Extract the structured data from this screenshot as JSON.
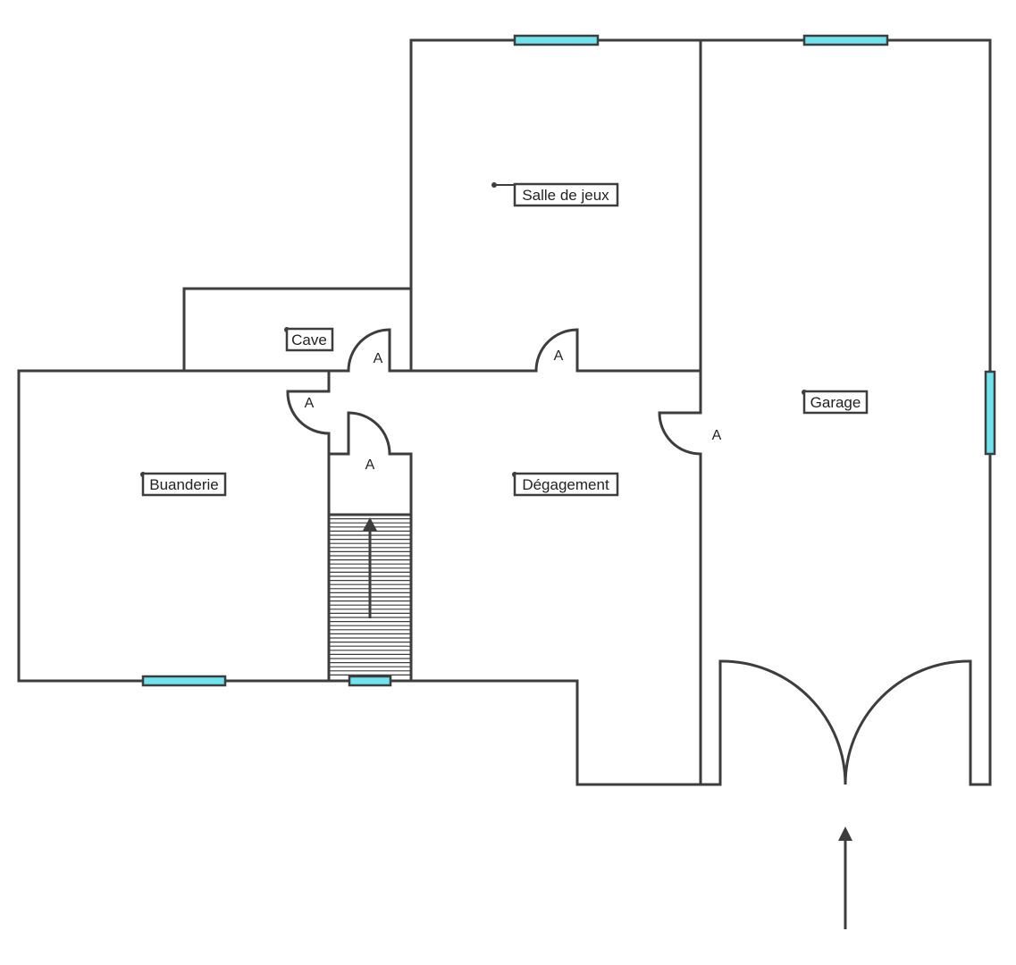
{
  "rooms": {
    "salle_de_jeux": "Salle de jeux",
    "cave": "Cave",
    "garage": "Garage",
    "buanderie": "Buanderie",
    "degagement": "Dégagement"
  },
  "door_mark": "A",
  "colors": {
    "wall": "#3d3d3d",
    "window": "#6fe3ee",
    "background": "#ffffff"
  }
}
